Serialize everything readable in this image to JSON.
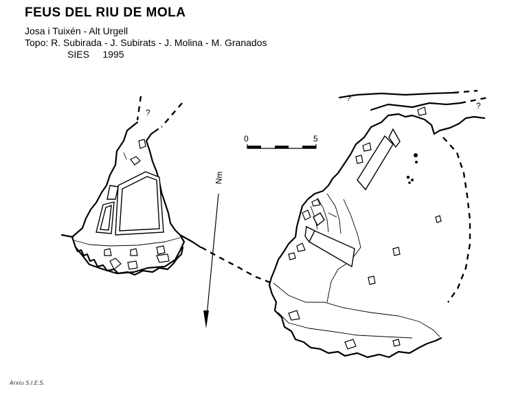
{
  "header": {
    "title": "FEUS DEL RIU DE MOLA",
    "location": "Josa i Tuixén - Alt Urgell",
    "survey": "Topo: R. Subirada - J. Subirats - J. Molina - M. Granados",
    "org_year": "SIES     1995"
  },
  "scale_bar": {
    "min_label": "0",
    "max_label": "5"
  },
  "north_arrow": {
    "label": "Nm"
  },
  "unknown_markers": [
    "?",
    "?",
    "?"
  ],
  "footer": {
    "archive": "Arxiu S.I.E.S."
  }
}
